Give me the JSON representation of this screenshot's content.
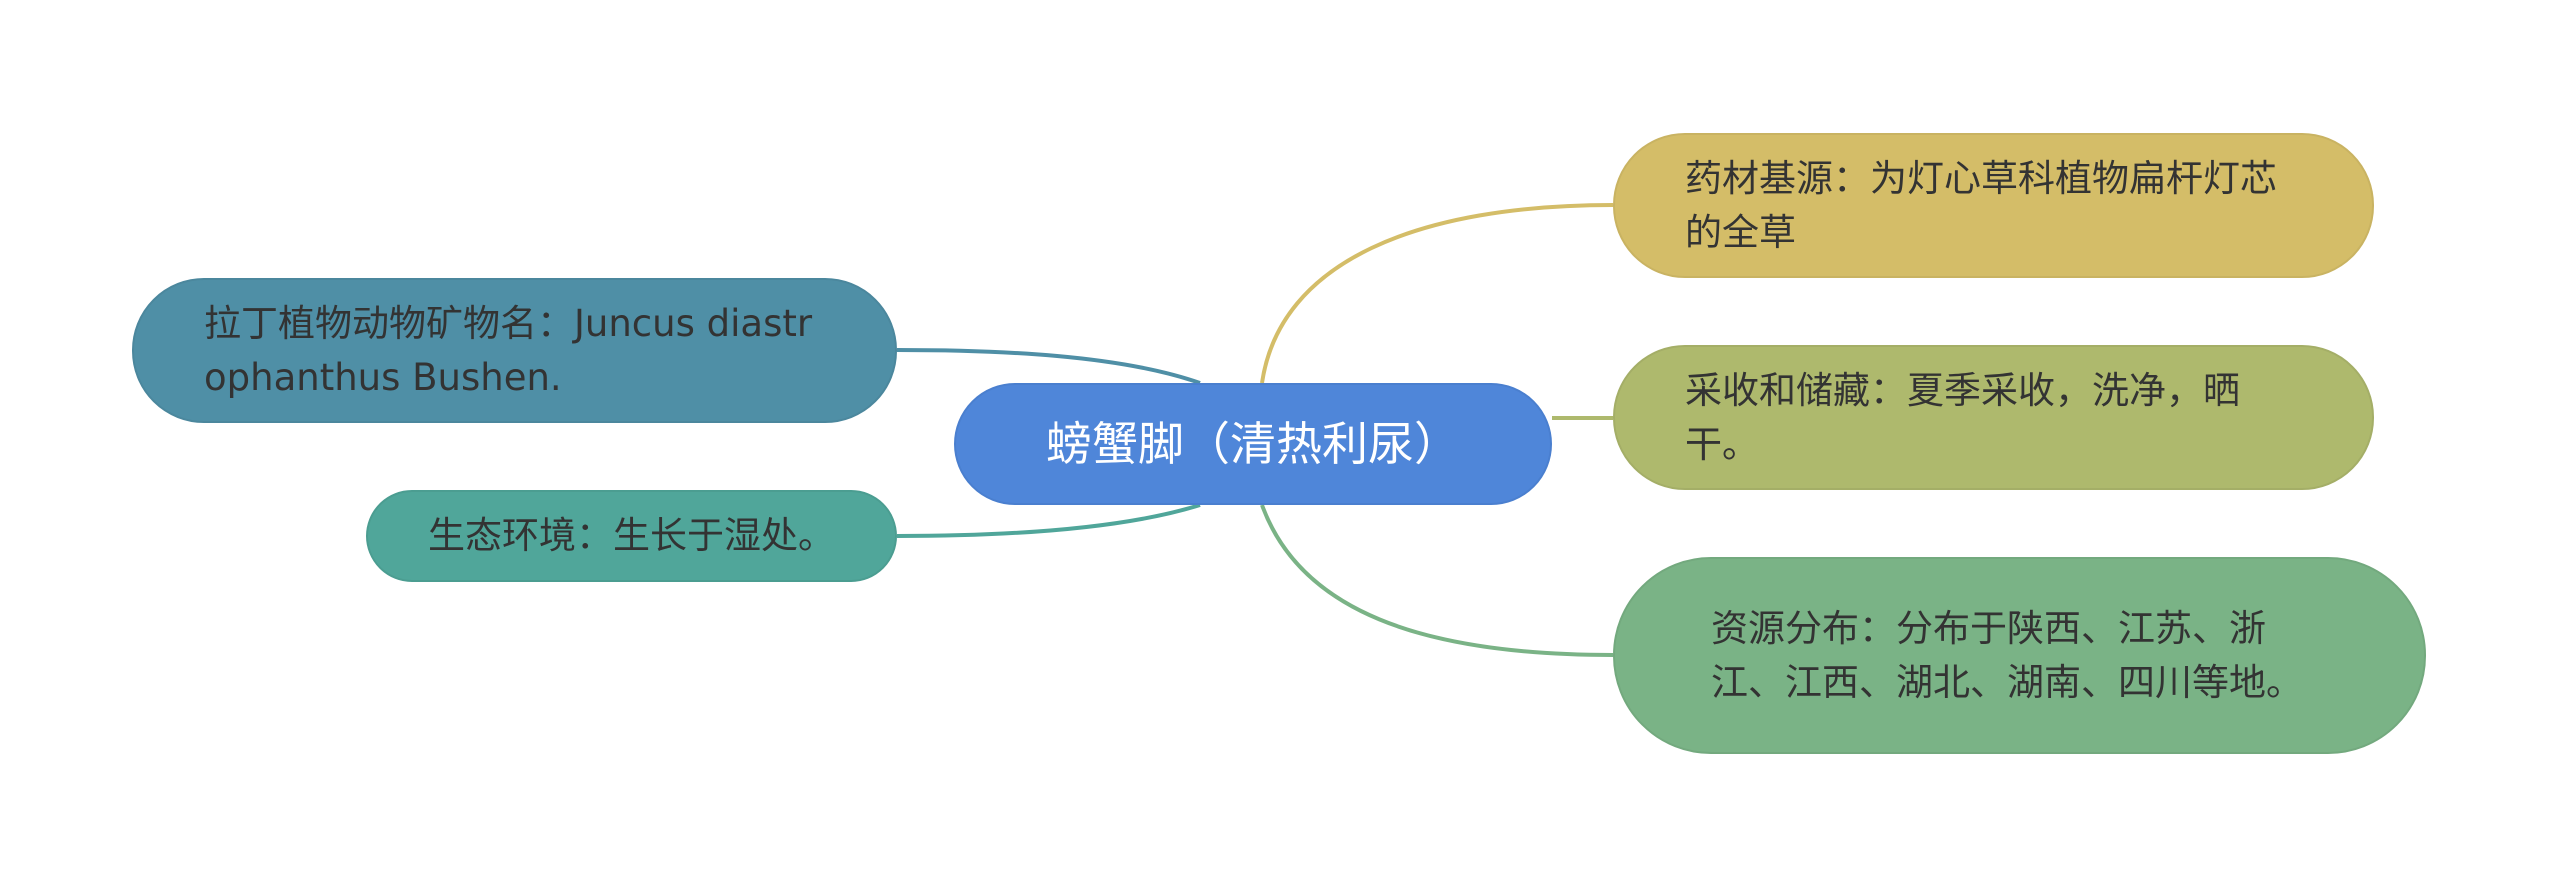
{
  "mindmap": {
    "center": {
      "label": "螃蟹脚（清热利尿）",
      "color": "#4f86d9"
    },
    "branches": [
      {
        "key": "latin",
        "label": "拉丁植物动物矿物名：Juncus diastrophanthus Bushen.",
        "side": "left",
        "color": "#4f8fa6",
        "connector_color": "#4f8fa6"
      },
      {
        "key": "ecology",
        "label": "生态环境：生长于湿处。",
        "side": "left",
        "color": "#50a69a",
        "connector_color": "#50a69a"
      },
      {
        "key": "source",
        "label": "药材基源：为灯心草科植物扁杆灯芯的全草",
        "side": "right",
        "color": "#d4bd68",
        "connector_color": "#d4bd68"
      },
      {
        "key": "harvest",
        "label": "采收和储藏：夏季采收，洗净，晒干。",
        "side": "right",
        "color": "#aeb96d",
        "connector_color": "#aeb96d"
      },
      {
        "key": "distribution",
        "label": "资源分布：分布于陕西、江苏、浙江、江西、湖北、湖南、四川等地。",
        "side": "right",
        "color": "#7ab386",
        "connector_color": "#7ab386"
      }
    ]
  }
}
